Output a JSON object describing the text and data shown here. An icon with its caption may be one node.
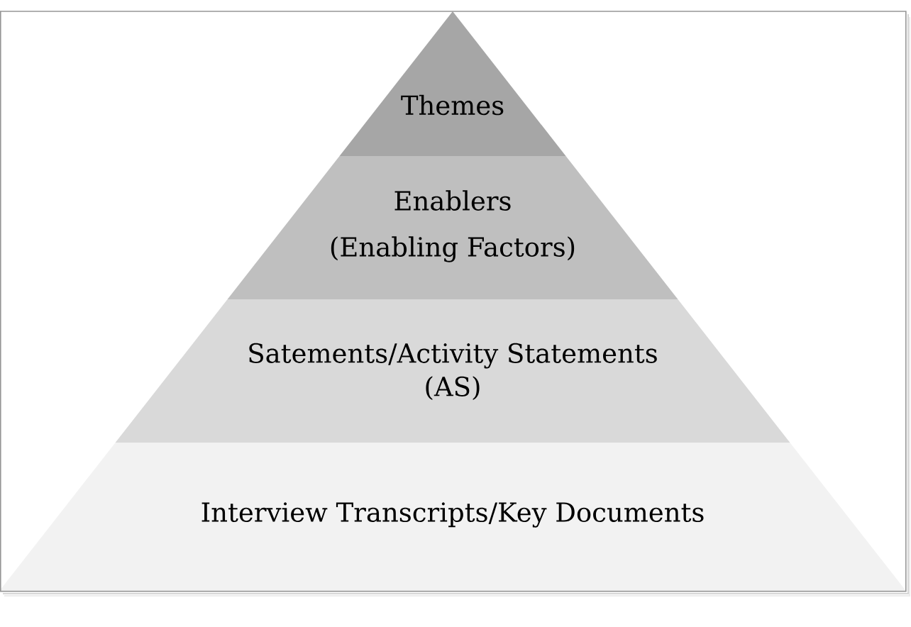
{
  "diagram": {
    "nodes": [
      {
        "text": [
          "Themes"
        ]
      },
      {
        "text": [
          "Enablers",
          "(Enabling Factors)"
        ]
      },
      {
        "text": [
          "Satements/Activity Statements (AS)"
        ]
      },
      {
        "text": [
          "Interview Transcripts/Key Documents"
        ]
      }
    ]
  }
}
